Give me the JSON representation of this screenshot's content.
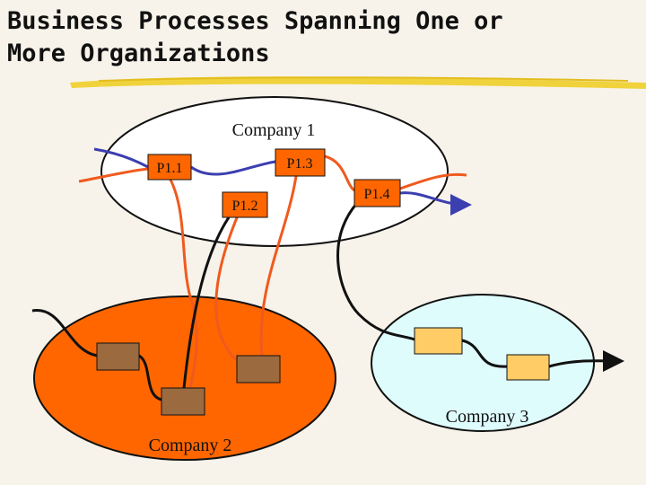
{
  "title_line1": "Business Processes Spanning One or",
  "title_line2": "More Organizations",
  "companies": {
    "company1": "Company 1",
    "company2": "Company 2",
    "company3": "Company 3"
  },
  "processes": {
    "p11": "P1.1",
    "p12": "P1.2",
    "p13": "P1.3",
    "p14": "P1.4"
  },
  "colors": {
    "background": "#f7f3ea",
    "company1_fill": "#ffffff",
    "company2_fill": "#ff6600",
    "company3_fill": "#dffcfd",
    "process_box": "#ff6600",
    "company2_box": "#9b6a3f",
    "company3_box": "#ffcc66",
    "flow_orange": "#f05a1e",
    "flow_blue": "#3b3fb0",
    "flow_black": "#111111",
    "underline": "#f0d23c"
  }
}
